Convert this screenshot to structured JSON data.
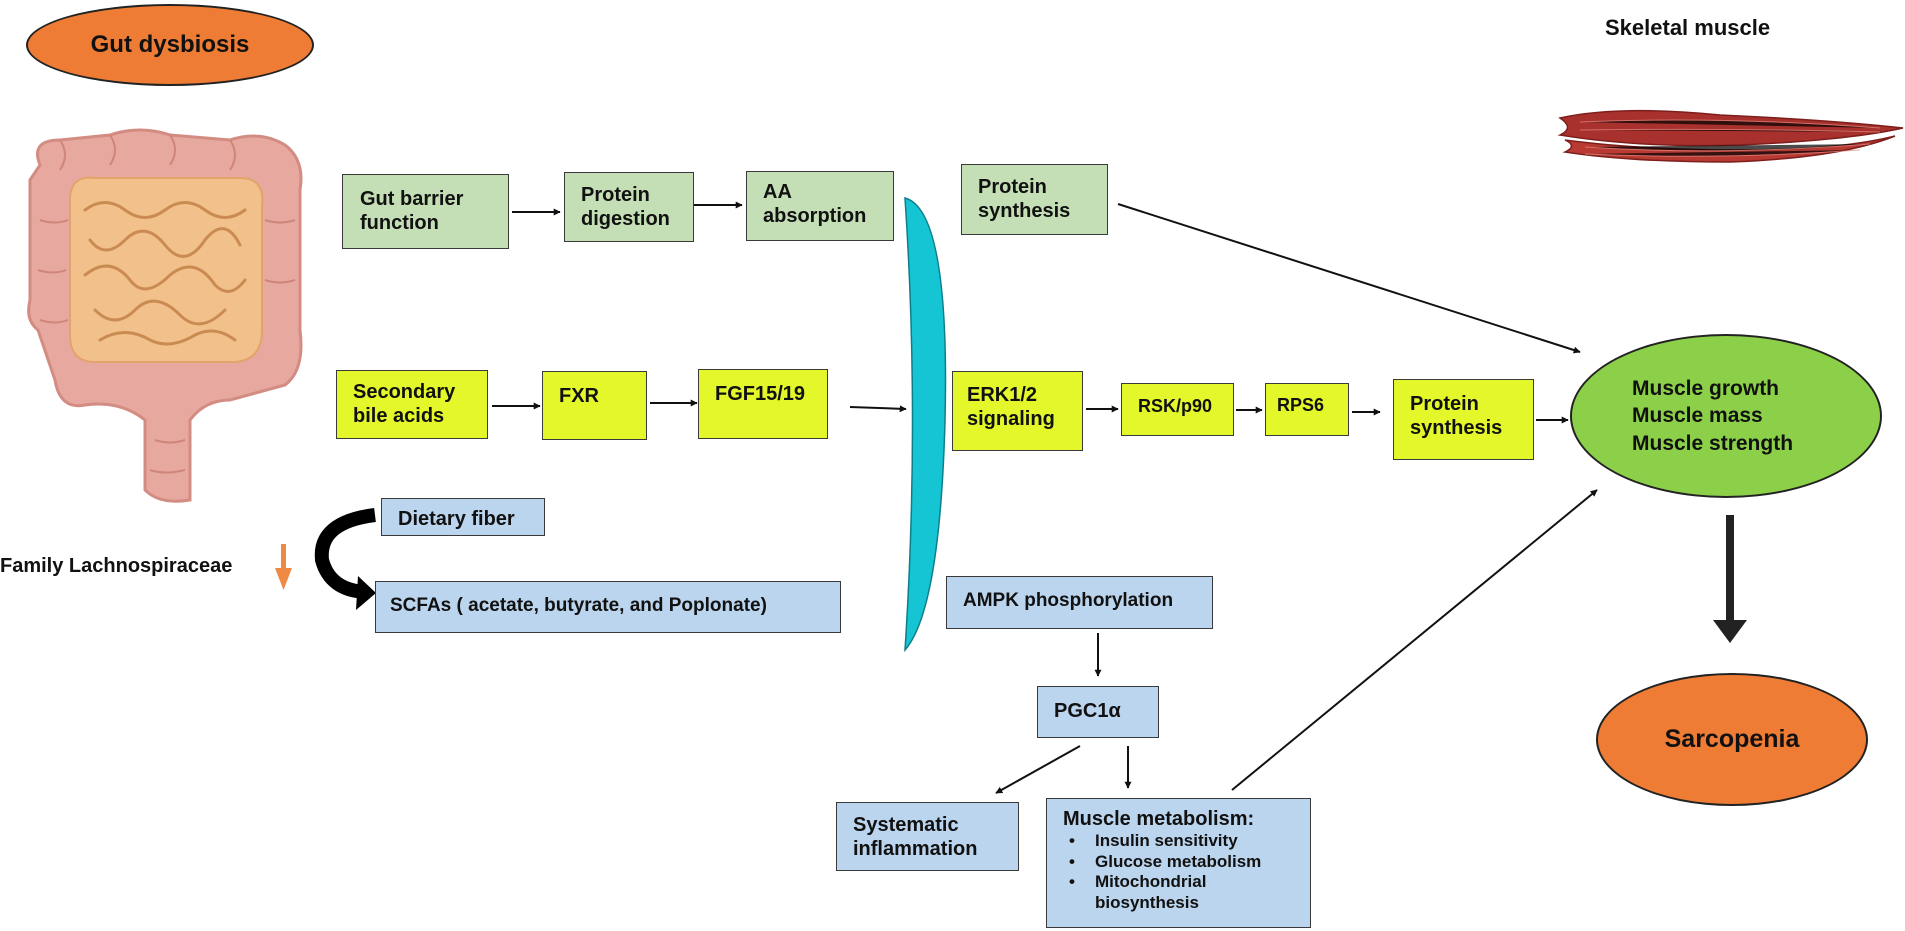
{
  "title_gut": "Gut dysbiosis",
  "title_muscle": "Skeletal muscle",
  "outcome": "Sarcopenia",
  "muscle_outcomes": [
    "Muscle growth",
    "Muscle mass",
    "Muscle strength"
  ],
  "family_label": "Family Lachnospiraceae",
  "row1": {
    "gut_barrier": [
      "Gut barrier",
      "function"
    ],
    "protein_digestion": [
      "Protein",
      "digestion"
    ],
    "aa_absorption": [
      "AA",
      "absorption"
    ],
    "protein_synthesis": [
      "Protein",
      "synthesis"
    ]
  },
  "row2": {
    "secondary_bile": [
      "Secondary",
      "bile acids"
    ],
    "fxr": "FXR",
    "fgf": "FGF15/19",
    "erk": [
      "ERK1/2",
      "signaling"
    ],
    "rsk": "RSK/p90",
    "rps6": "RPS6",
    "protein_synthesis": [
      "Protein",
      "synthesis"
    ]
  },
  "row3": {
    "dietary_fiber": "Dietary fiber",
    "scfas": "SCFAs ( acetate, butyrate, and Poplonate)",
    "ampk": "AMPK phosphorylation",
    "pgc": "PGC1α",
    "inflammation": [
      "Systematic",
      "inflammation"
    ],
    "metabolism_title": "Muscle metabolism:",
    "metabolism_items": [
      "Insulin sensitivity",
      "Glucose metabolism",
      "Mitochondrial biosynthesis"
    ]
  },
  "colors": {
    "green_box": "#c4dfb5",
    "yellow_box": "#e3f72a",
    "blue_box": "#bcd5ee",
    "orange": "#ee7c35",
    "indicator_arrow": "#ee8a44",
    "muscle_ellipse": "#8cd04a",
    "barrier_shape": "#16c5d3"
  }
}
